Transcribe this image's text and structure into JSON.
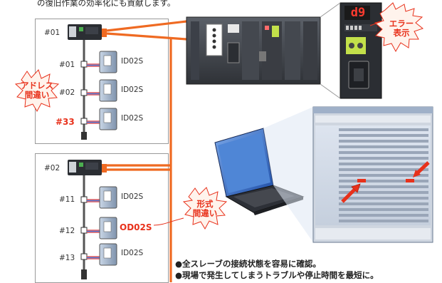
{
  "header": {
    "caption": "の復旧作業の効率化にも貢献します。"
  },
  "group1": {
    "master_label": "#01",
    "error_label": "アドレス\n間違い",
    "slaves": [
      {
        "addr": "#01",
        "model": "ID02S"
      },
      {
        "addr": "#02",
        "model": "ID02S"
      },
      {
        "addr": "#33",
        "model": "ID02S"
      }
    ]
  },
  "group2": {
    "master_label": "#02",
    "error_label": "形式\n間違い",
    "slaves": [
      {
        "addr": "#11",
        "model": "ID02S"
      },
      {
        "addr": "#12",
        "model": "OD02S"
      },
      {
        "addr": "#13",
        "model": "ID02S"
      }
    ]
  },
  "plc": {
    "display": "d9",
    "error_callout": "エラー\n表示"
  },
  "bullets": [
    "●全スレーブの接続状態を容易に確認。",
    "●現場で発生してしまうトラブルや停止時間を最短に。"
  ],
  "colors": {
    "bus": "#ef6a22",
    "error": "#e8311b",
    "burst_fill": "#fff3ec"
  }
}
